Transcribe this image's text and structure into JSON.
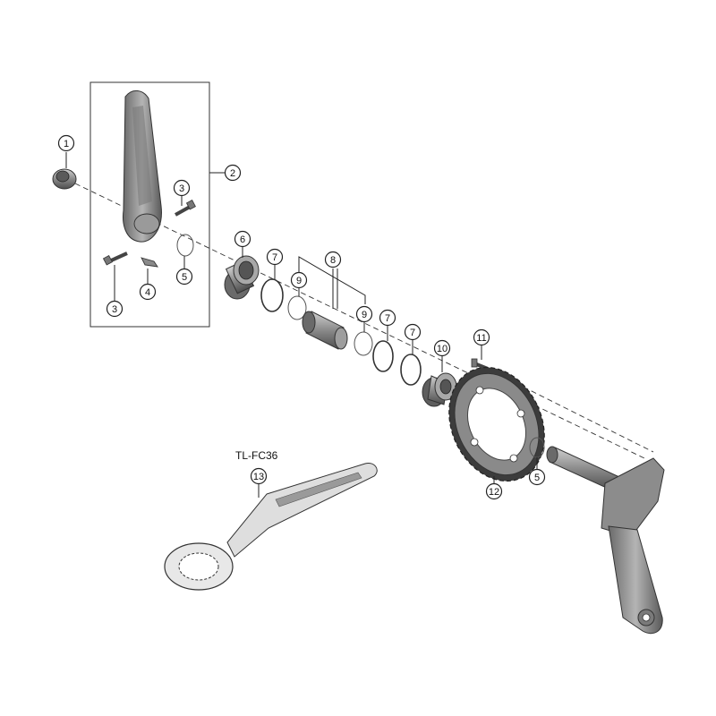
{
  "tool": {
    "label": "TL-FC36"
  },
  "callouts": [
    {
      "id": "c1",
      "num": "1"
    },
    {
      "id": "c2",
      "num": "2"
    },
    {
      "id": "c3a",
      "num": "3"
    },
    {
      "id": "c3b",
      "num": "3"
    },
    {
      "id": "c4",
      "num": "4"
    },
    {
      "id": "c5a",
      "num": "5"
    },
    {
      "id": "c5b",
      "num": "5"
    },
    {
      "id": "c6",
      "num": "6"
    },
    {
      "id": "c7a",
      "num": "7"
    },
    {
      "id": "c7b",
      "num": "7"
    },
    {
      "id": "c7c",
      "num": "7"
    },
    {
      "id": "c8",
      "num": "8"
    },
    {
      "id": "c9a",
      "num": "9"
    },
    {
      "id": "c9b",
      "num": "9"
    },
    {
      "id": "c10",
      "num": "10"
    },
    {
      "id": "c11",
      "num": "11"
    },
    {
      "id": "c12",
      "num": "12"
    },
    {
      "id": "c13",
      "num": "13"
    }
  ],
  "colors": {
    "part_fill": "#8e8e8e",
    "part_dark": "#5c5c5c",
    "part_light": "#c4c4c4",
    "line": "#222222"
  }
}
